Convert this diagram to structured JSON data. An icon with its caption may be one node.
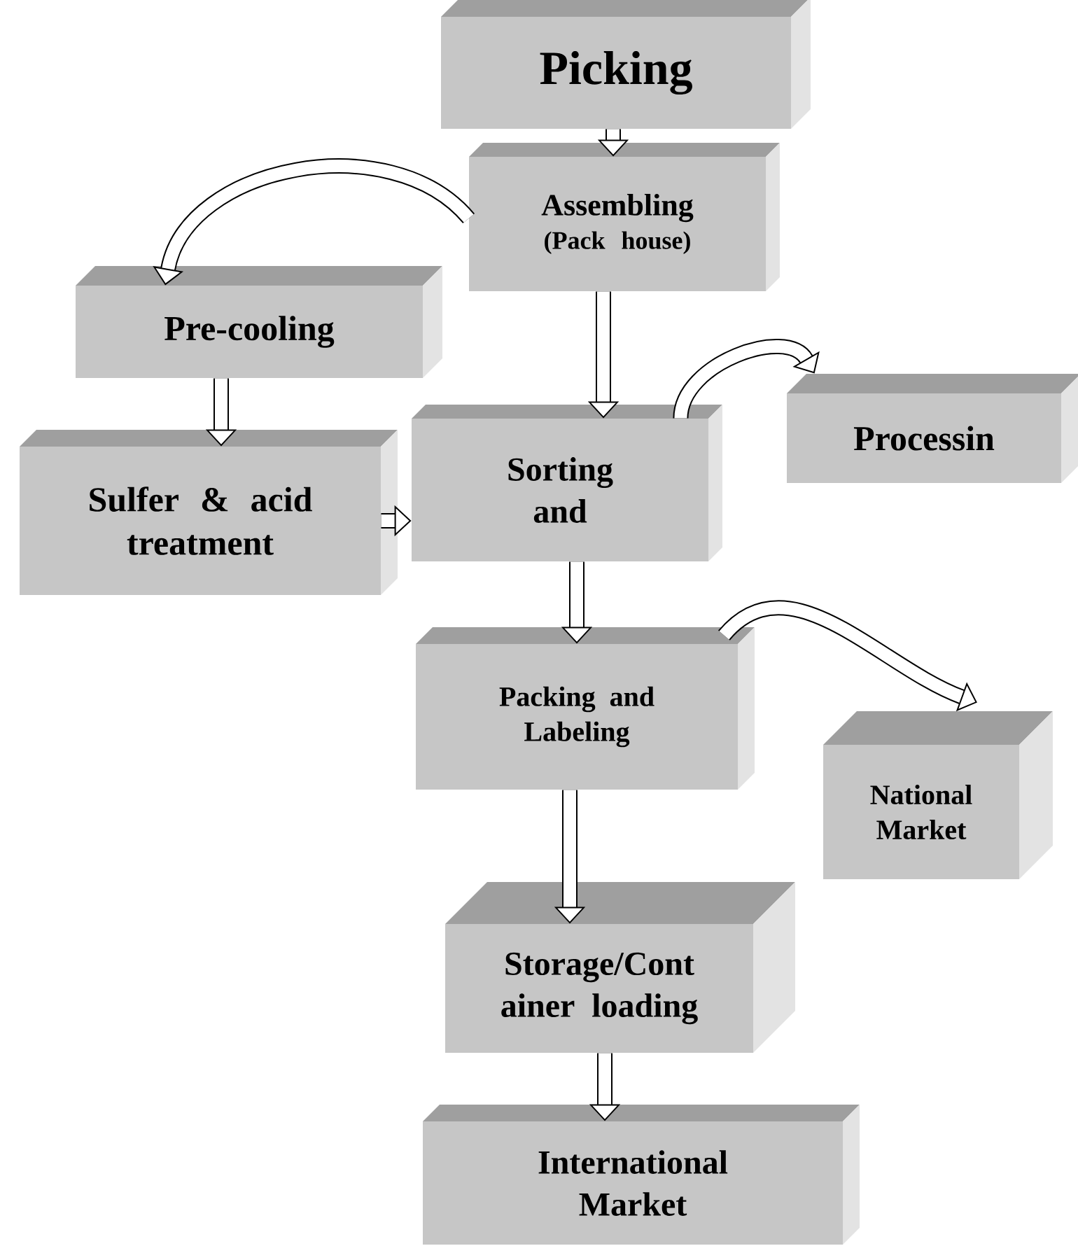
{
  "diagram": {
    "nodes": [
      {
        "text": [
          "Picking"
        ]
      },
      {
        "text": [
          "Assembling",
          "(Pack house)"
        ]
      },
      {
        "text": [
          "Pre-cooling"
        ]
      },
      {
        "text": [
          "Sulfer & acid treatment"
        ]
      },
      {
        "text": [
          "Sorting and"
        ]
      },
      {
        "text": [
          "Processin"
        ]
      },
      {
        "text": [
          "Packing and Labeling"
        ]
      },
      {
        "text": [
          "National Market"
        ]
      },
      {
        "text": [
          "Storage/Cont ainer loading"
        ]
      },
      {
        "text": [
          "International Market"
        ]
      }
    ],
    "edges": [
      {
        "from": 0,
        "to": 1,
        "arrow": "to"
      },
      {
        "from": 1,
        "to": 2,
        "arrow": "to"
      },
      {
        "from": 1,
        "to": 4,
        "arrow": "to"
      },
      {
        "from": 2,
        "to": 3,
        "arrow": "to"
      },
      {
        "from": 3,
        "to": 4,
        "arrow": "to"
      },
      {
        "from": 4,
        "to": 5,
        "arrow": "to"
      },
      {
        "from": 4,
        "to": 6,
        "arrow": "to"
      },
      {
        "from": 6,
        "to": 7,
        "arrow": "to"
      },
      {
        "from": 6,
        "to": 8,
        "arrow": "to"
      },
      {
        "from": 8,
        "to": 9,
        "arrow": "to"
      }
    ]
  }
}
